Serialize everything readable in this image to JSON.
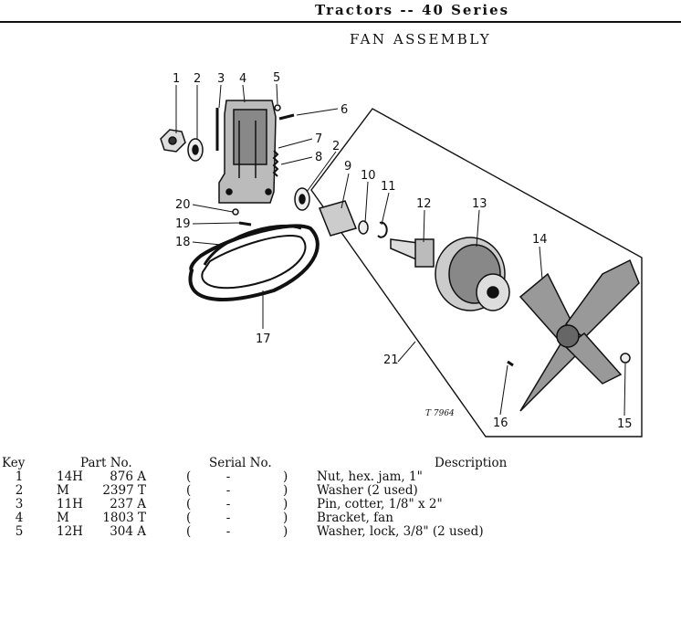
{
  "header": {
    "series_title": "Tractors -- 40 Series"
  },
  "section": {
    "title": "FAN ASSEMBLY"
  },
  "figure": {
    "reference": "T 7964",
    "callouts": [
      "1",
      "2",
      "3",
      "4",
      "5",
      "6",
      "7",
      "8",
      "2",
      "9",
      "10",
      "11",
      "12",
      "13",
      "14",
      "15",
      "16",
      "17",
      "18",
      "19",
      "20",
      "21"
    ]
  },
  "table": {
    "headers": {
      "key": "Key",
      "part": "Part No.",
      "serial": "Serial No.",
      "description": "Description"
    },
    "rows": [
      {
        "key": "1",
        "prefix": "14H",
        "number": "876 A",
        "open": "(",
        "serial": "-",
        "close": ")",
        "description": "Nut, hex. jam, 1\""
      },
      {
        "key": "2",
        "prefix": "M",
        "number": "2397 T",
        "open": "(",
        "serial": "-",
        "close": ")",
        "description": "Washer (2 used)"
      },
      {
        "key": "3",
        "prefix": "11H",
        "number": "237 A",
        "open": "(",
        "serial": "-",
        "close": ")",
        "description": "Pin, cotter, 1/8\" x 2\""
      },
      {
        "key": "4",
        "prefix": "M",
        "number": "1803 T",
        "open": "(",
        "serial": "-",
        "close": ")",
        "description": "Bracket, fan"
      },
      {
        "key": "5",
        "prefix": "12H",
        "number": "304 A",
        "open": "(",
        "serial": "-",
        "close": ")",
        "description": "Washer, lock, 3/8\" (2 used)"
      }
    ]
  }
}
